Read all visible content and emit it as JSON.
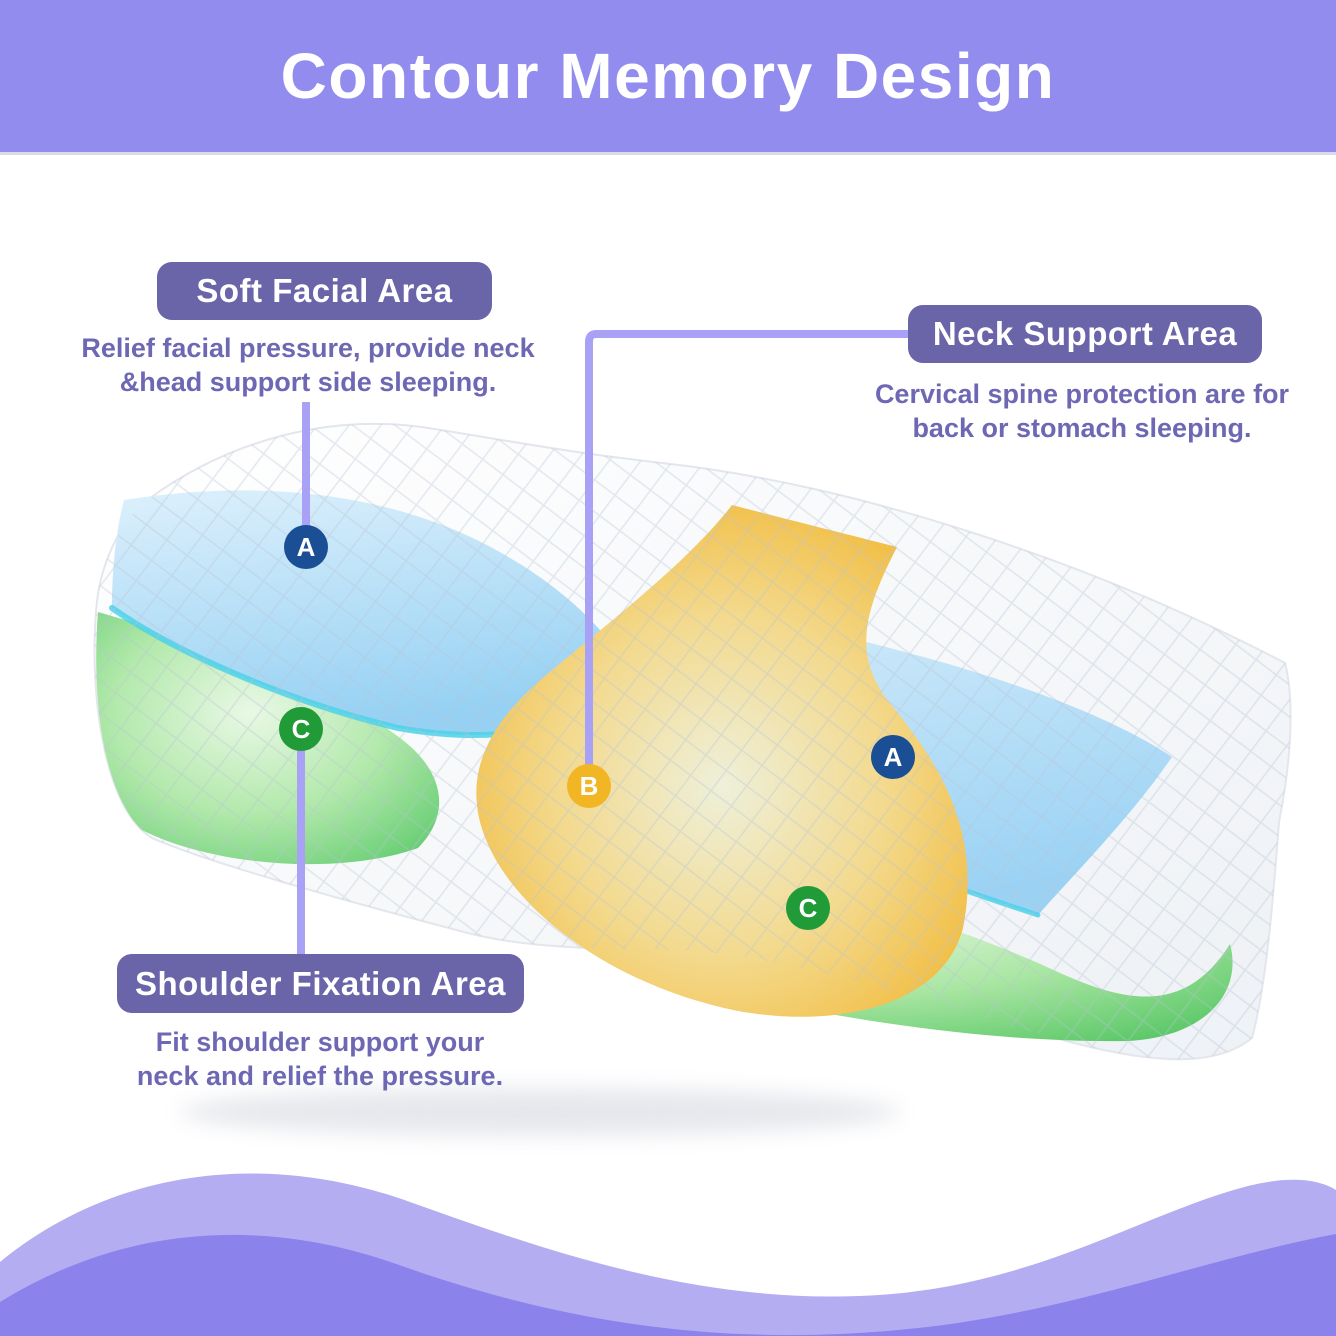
{
  "header": {
    "title": "Contour Memory Design",
    "background_color": "#928cef",
    "text_color": "#ffffff"
  },
  "annotations": {
    "soft_facial": {
      "label": "Soft Facial Area",
      "description_line1": "Relief facial pressure, provide neck",
      "description_line2": "&head support side sleeping.",
      "marker_letter": "A"
    },
    "neck_support": {
      "label": "Neck Support Area",
      "description_line1": "Cervical spine protection are for",
      "description_line2": "back or stomach sleeping.",
      "marker_letter": "B"
    },
    "shoulder_fixation": {
      "label": "Shoulder Fixation Area",
      "description_line1": "Fit shoulder support your",
      "description_line2": "neck and relief the pressure.",
      "marker_letter": "C"
    }
  },
  "markers": {
    "a_left": {
      "letter": "A",
      "color": "#1b4f95"
    },
    "a_right": {
      "letter": "A",
      "color": "#1b4f95"
    },
    "b_center": {
      "letter": "B",
      "color": "#f2b624"
    },
    "c_left": {
      "letter": "C",
      "color": "#219a38"
    },
    "c_right": {
      "letter": "C",
      "color": "#219a38"
    }
  },
  "palette": {
    "label_pill_background": "#6a64a9",
    "description_text_color": "#6e68b4",
    "connector_line_color": "#a9a1f5",
    "zone_facial_blue": "#9fd4f4",
    "zone_neck_yellow": "#f2bb3d",
    "zone_shoulder_green": "#6fd47d",
    "zone_trim_cyan": "#4ed1e8",
    "wave_light_purple": "#b4adf2",
    "wave_dark_purple": "#8b82ec"
  }
}
